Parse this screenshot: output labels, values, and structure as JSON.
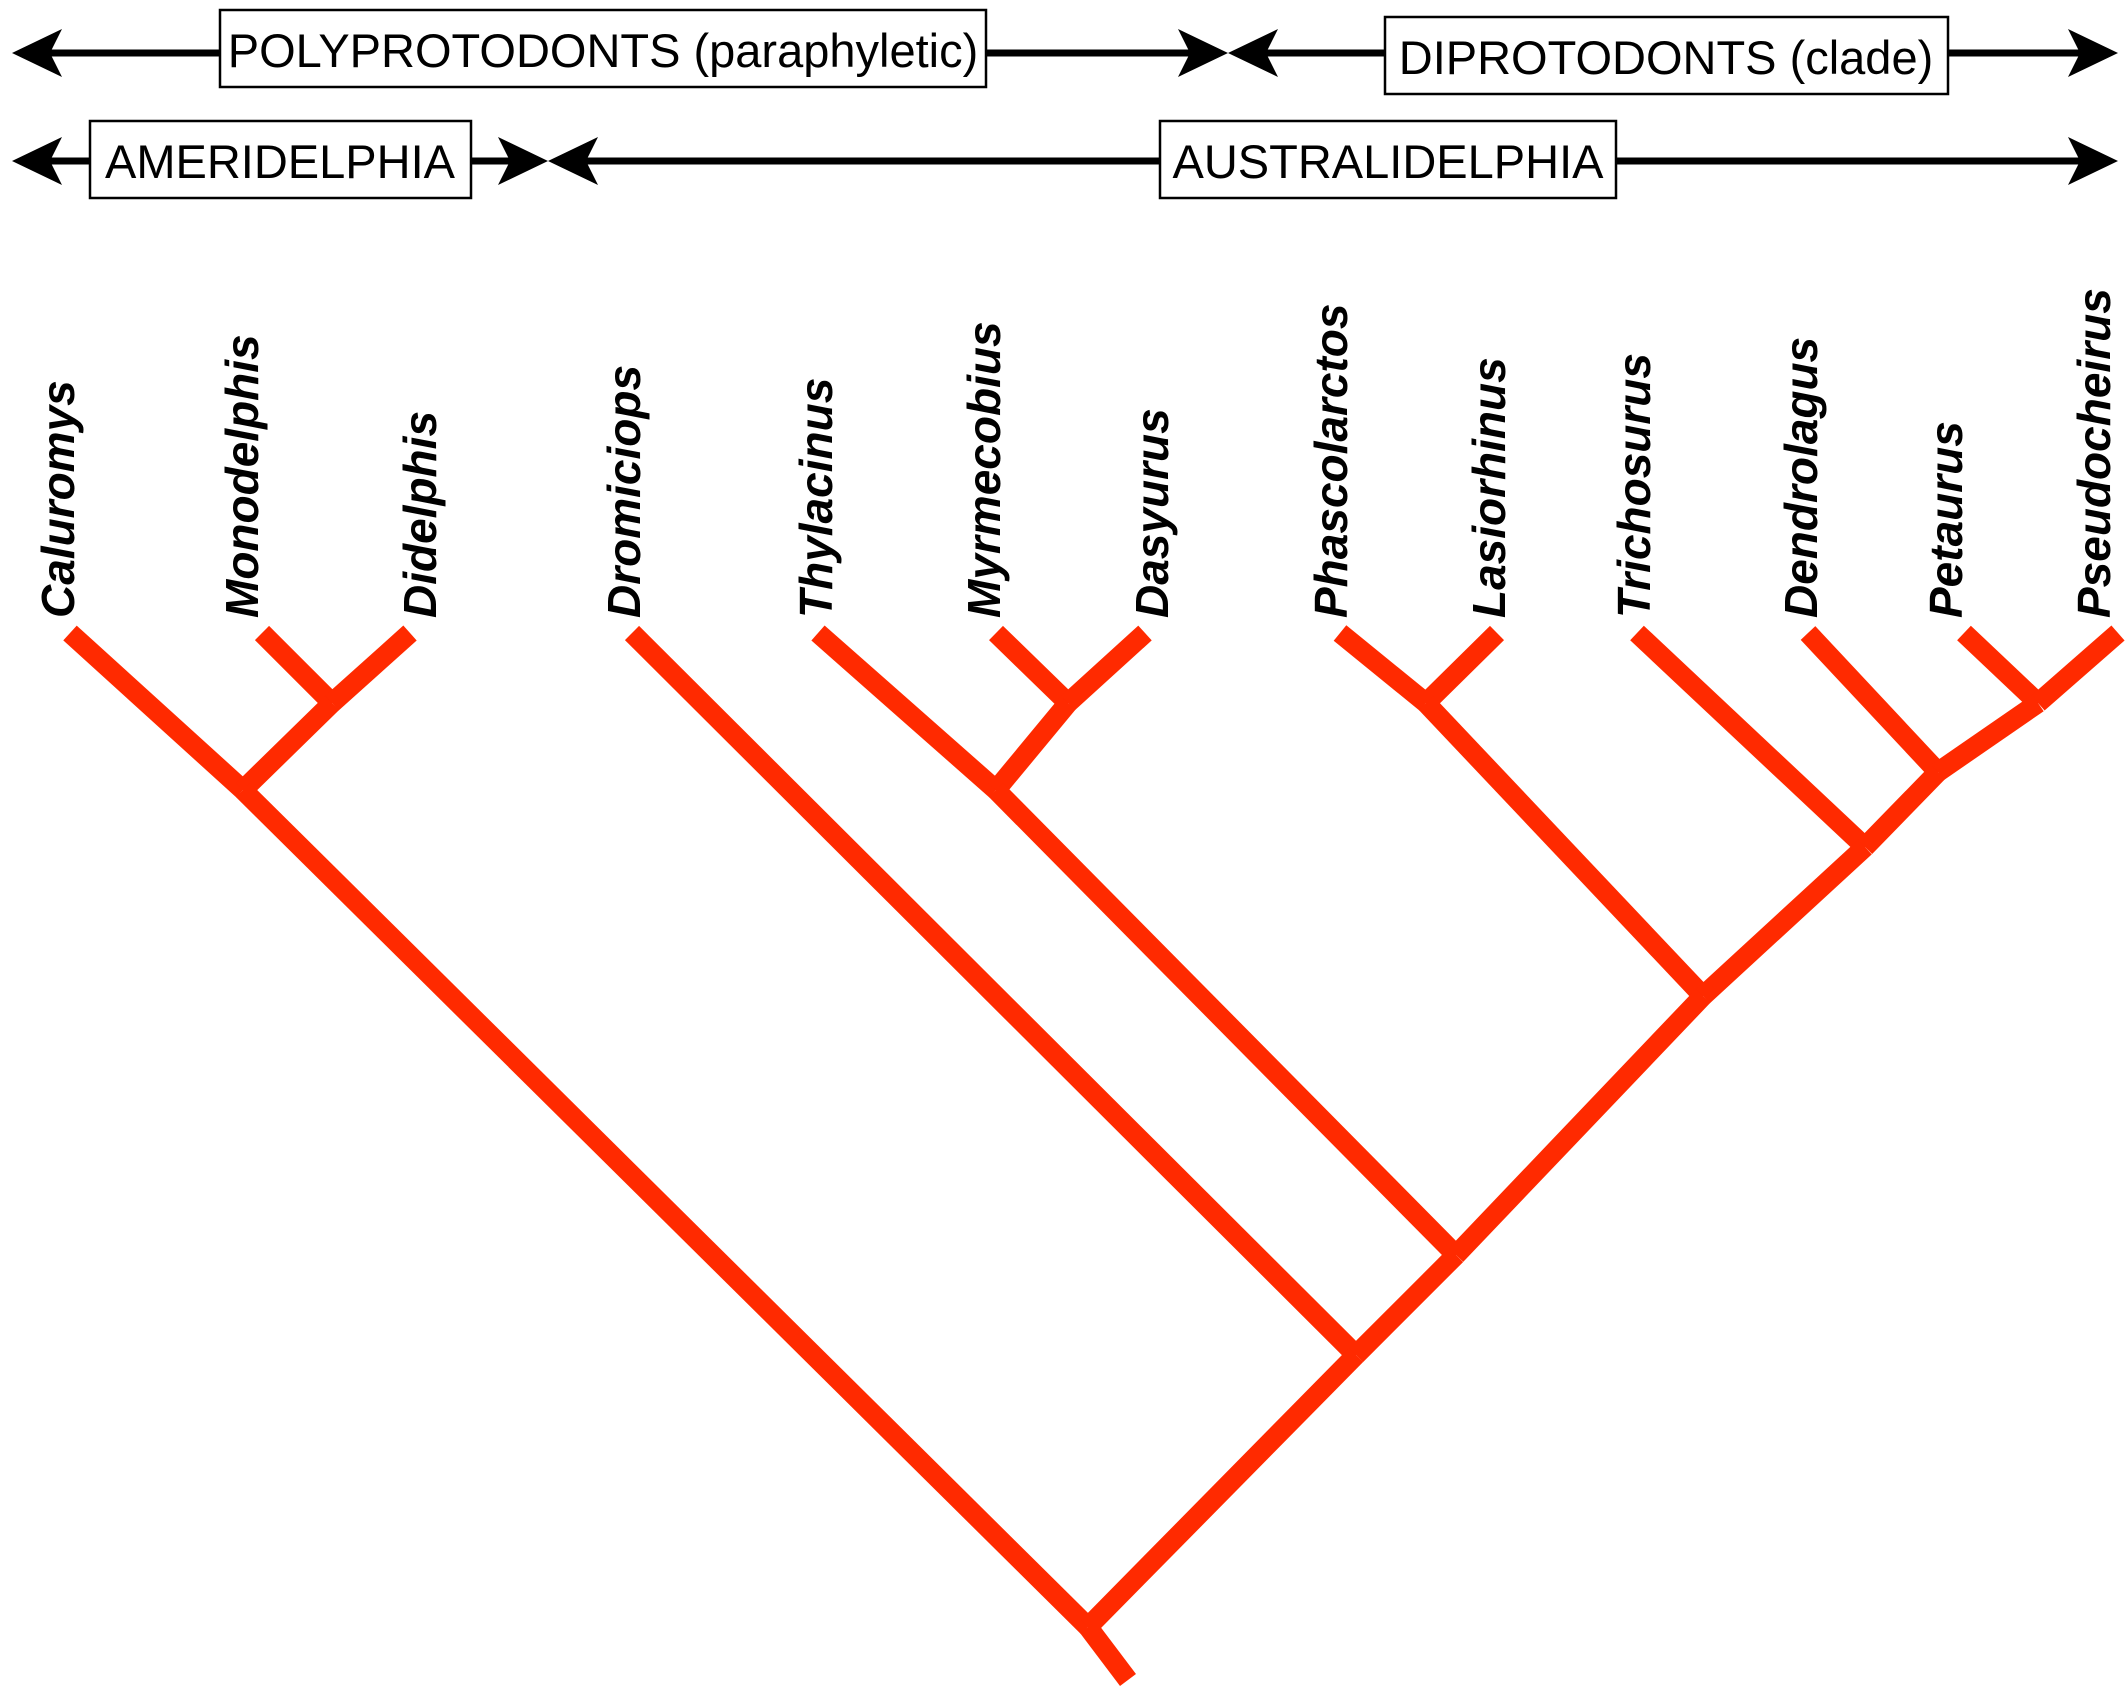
{
  "colors": {
    "branch": "#ff2a00",
    "arrow": "#000000",
    "text": "#000000",
    "background": "#ffffff"
  },
  "groups": {
    "polyprotodonts": "POLYPROTODONTS (paraphyletic)",
    "diprotodonts": "DIPROTODONTS (clade)",
    "ameridelphia": "AMERIDELPHIA",
    "australidelphia": "AUSTRALIDELPHIA"
  },
  "taxa": [
    "Caluromys",
    "Monodelphis",
    "Didelphis",
    "Dromiciops",
    "Thylacinus",
    "Myrmecobius",
    "Dasyurus",
    "Phascolarctos",
    "Lasiorhinus",
    "Trichosurus",
    "Dendrolagus",
    "Petaurus",
    "Pseudocheirus"
  ],
  "tree": {
    "newick": "((Caluromys,(Monodelphis,Didelphis)),(Dromiciops,((Thylacinus,(Myrmecobius,Dasyurus)),((Phascolarctos,Lasiorhinus),(Trichosurus,(Dendrolagus,(Petaurus,Pseudocheirus)))))))"
  }
}
